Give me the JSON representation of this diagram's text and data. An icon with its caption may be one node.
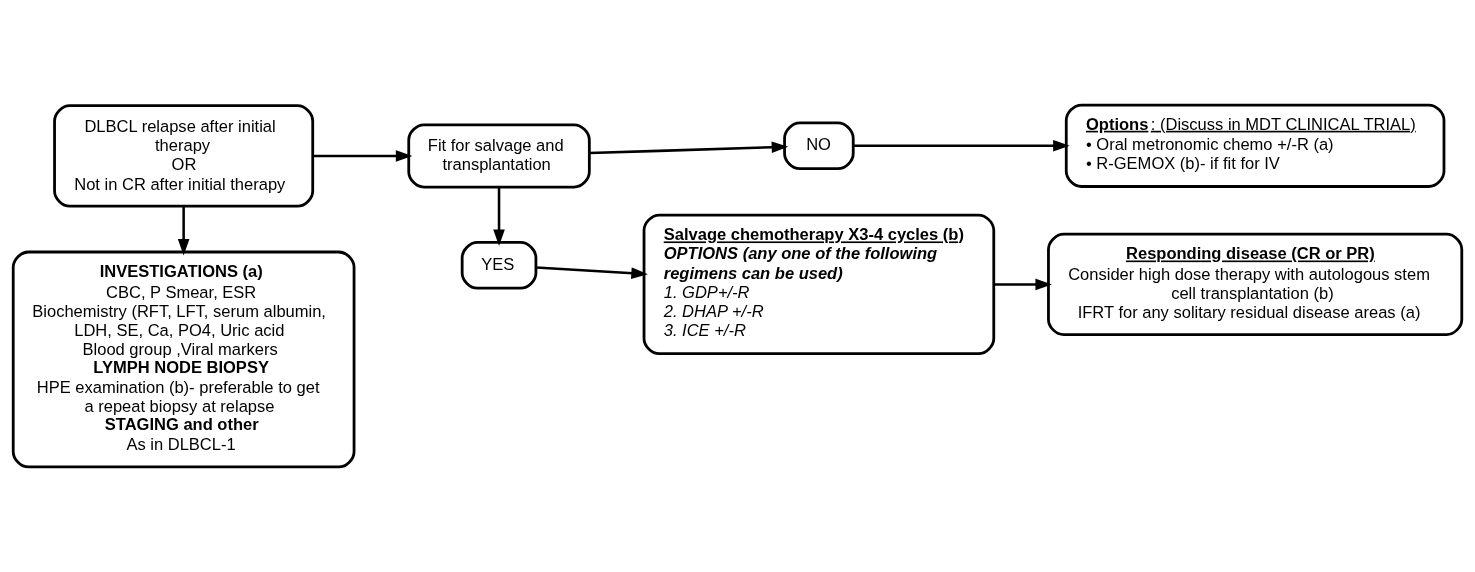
{
  "diagram": {
    "nodes": [
      {
        "text": [
          "DLBCL relapse after initial therapy",
          "OR",
          "Not in CR after initial therapy"
        ]
      },
      {
        "text": [
          "Fit for salvage and transplantation"
        ]
      },
      {
        "text": [
          "NO"
        ]
      },
      {
        "text": [
          "**Options**: (Discuss in MDT CLINICAL TRIAL)",
          "• Oral metronomic chemo +/-R (a)",
          "• R-GEMOX (b)- if fit for IV"
        ]
      },
      {
        "text": [
          "YES"
        ]
      },
      {
        "text": [
          "INVESTIGATIONS (a)",
          "CBC, P Smear, ESR",
          "Biochemistry (RFT, LFT, serum albumin, LDH, SE, Ca, PO4, Uric acid",
          "Blood group ,Viral markers",
          "LYMPH NODE BIOPSY",
          "HPE examination (b)- preferable to get a repeat biopsy at relapse",
          "STAGING and other",
          "As in DLBCL-1"
        ]
      },
      {
        "text": [
          "Salvage chemotherapy X3-4 cycles (b)",
          "OPTIONS (any one of the following regimens can be used)",
          "1. GDP+/-R",
          "2. DHAP +/-R",
          "3. ICE +/-R"
        ]
      },
      {
        "text": [
          "Responding disease (CR or PR)",
          "Consider high dose therapy with autologous stem cell transplantation (b)",
          "IFRT for any solitary residual disease areas (a)"
        ]
      }
    ],
    "edges": [
      {
        "from": 0,
        "to": 1,
        "arrow": "to"
      },
      {
        "from": 1,
        "to": 2,
        "arrow": "to"
      },
      {
        "from": 2,
        "to": 3,
        "arrow": "to"
      },
      {
        "from": 1,
        "to": 4,
        "arrow": "to"
      },
      {
        "from": 0,
        "to": 5,
        "arrow": "to"
      },
      {
        "from": 4,
        "to": 6,
        "arrow": "to"
      },
      {
        "from": 6,
        "to": 7,
        "arrow": "to"
      }
    ]
  }
}
